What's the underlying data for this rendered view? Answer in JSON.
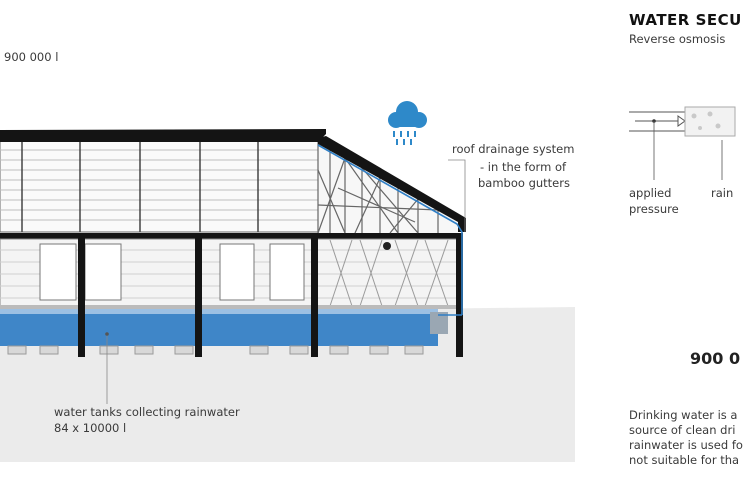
{
  "top_capacity": "900 000 l",
  "roof_label_1": "roof drainage system",
  "roof_label_2": "- in the form of",
  "roof_label_3": "bamboo gutters",
  "tank_label_1": "water tanks collecting rainwater",
  "tank_label_2": "84 x 10000 l",
  "right_title": "WATER SECU",
  "right_subtitle": "Reverse osmosis",
  "applied_1": "applied",
  "applied_2": "pressure",
  "rain_partial": "rain",
  "right_capacity": "900 0",
  "desc_1": "Drinking water is a",
  "desc_2": "source of clean dri",
  "desc_3": "rainwater is used fo",
  "desc_4": "not suitable for tha",
  "colors": {
    "water": "#3f86c8",
    "roof": "#111111",
    "gutter": "#2f7fc6",
    "ground": "#e9e9e9",
    "cloud": "#2e89c9"
  }
}
